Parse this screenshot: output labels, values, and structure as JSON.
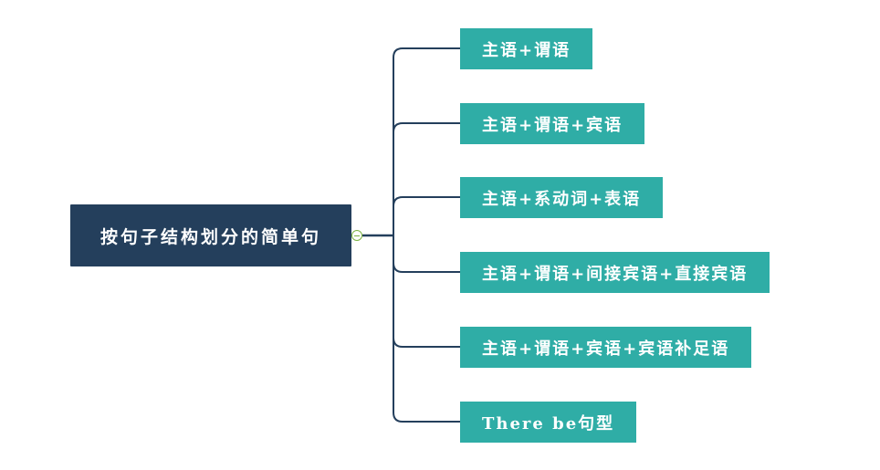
{
  "root": {
    "label": "按句子结构划分的简单句"
  },
  "children": [
    {
      "label": "主语+谓语"
    },
    {
      "label": "主语+谓语+宾语"
    },
    {
      "label": "主语+系动词+表语"
    },
    {
      "label": "主语+谓语+间接宾语+直接宾语"
    },
    {
      "label": "主语+谓语+宾语+宾语补足语"
    },
    {
      "label": "There be句型"
    }
  ],
  "colors": {
    "root_fill": "#243f5c",
    "child_fill": "#2fada6",
    "connector": "#243f5c",
    "toggle": "#7cb342"
  }
}
